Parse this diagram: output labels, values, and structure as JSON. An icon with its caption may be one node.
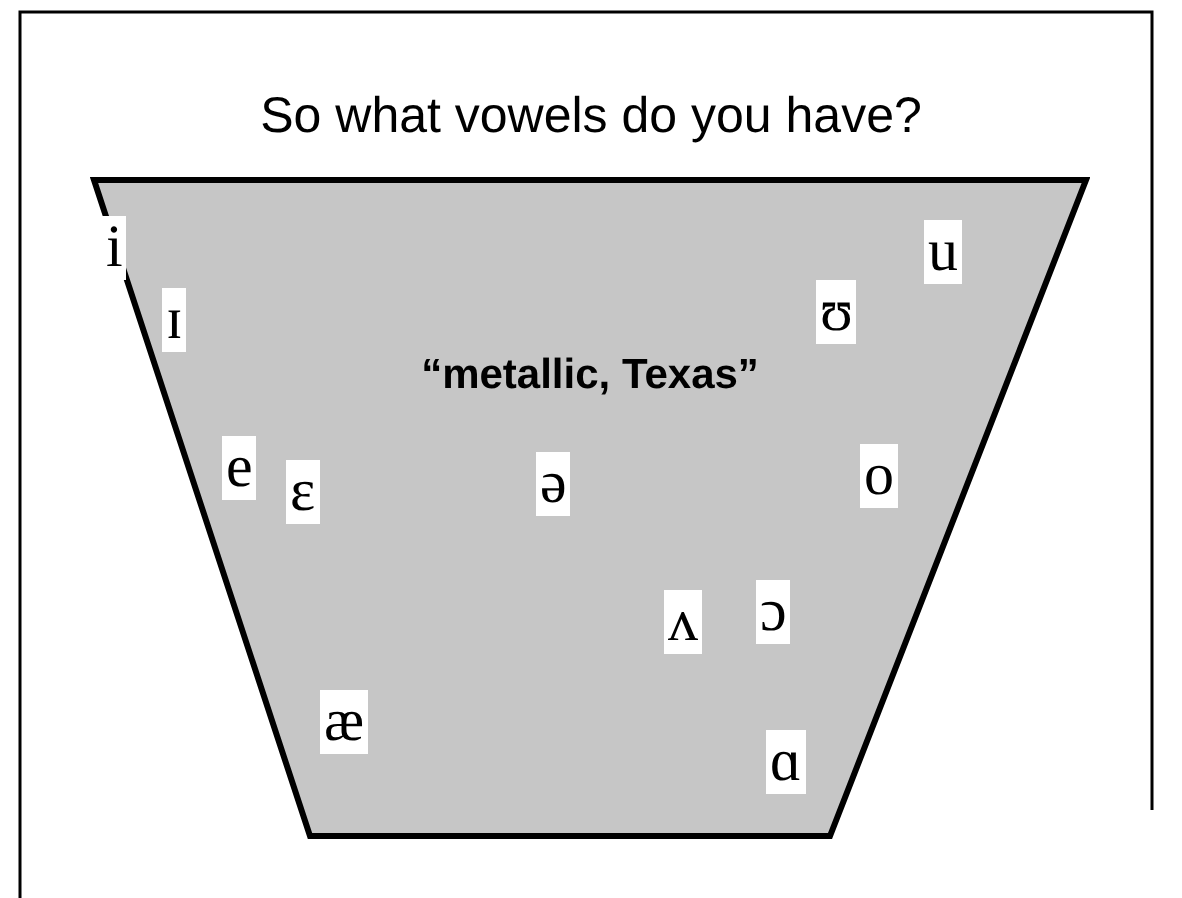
{
  "diagram": {
    "title": "So what vowels do you have?",
    "nodes": [
      {
        "text": [
          "“metallic, Texas”"
        ]
      },
      {
        "text": [
          "i"
        ],
        "in": 0
      },
      {
        "text": [
          "u"
        ],
        "in": 0
      },
      {
        "text": [
          "ɪ"
        ],
        "in": 0
      },
      {
        "text": [
          "ʊ"
        ],
        "in": 0
      },
      {
        "text": [
          "e"
        ],
        "in": 0
      },
      {
        "text": [
          "ɛ"
        ],
        "in": 0
      },
      {
        "text": [
          "ə"
        ],
        "in": 0
      },
      {
        "text": [
          "o"
        ],
        "in": 0
      },
      {
        "text": [
          "ʌ"
        ],
        "in": 0
      },
      {
        "text": [
          "ɔ"
        ],
        "in": 0
      },
      {
        "text": [
          "æ"
        ],
        "in": 0
      },
      {
        "text": [
          "ɑ"
        ],
        "in": 0
      }
    ],
    "edges": []
  }
}
